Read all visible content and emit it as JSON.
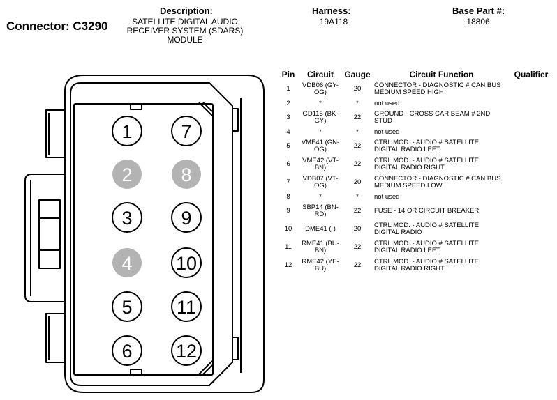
{
  "header": {
    "connector": "Connector: C3290",
    "description_label": "Description:",
    "description_lines": [
      "SATELLITE DIGITAL AUDIO",
      "RECEIVER SYSTEM (SDARS)",
      "MODULE"
    ],
    "harness_label": "Harness:",
    "harness_value": "19A118",
    "base_part_label": "Base Part #:",
    "base_part_value": "18806"
  },
  "connector_face": {
    "pins": [
      {
        "label": "1",
        "shaded": false
      },
      {
        "label": "2",
        "shaded": true
      },
      {
        "label": "3",
        "shaded": false
      },
      {
        "label": "4",
        "shaded": true
      },
      {
        "label": "5",
        "shaded": false
      },
      {
        "label": "6",
        "shaded": false
      },
      {
        "label": "7",
        "shaded": false
      },
      {
        "label": "8",
        "shaded": true
      },
      {
        "label": "9",
        "shaded": false
      },
      {
        "label": "10",
        "shaded": false
      },
      {
        "label": "11",
        "shaded": false
      },
      {
        "label": "12",
        "shaded": false
      }
    ],
    "colors": {
      "outline": "#000000",
      "shaded_pin": "#b3b3b3",
      "background": "#ffffff"
    }
  },
  "pin_table": {
    "headers": [
      "Pin",
      "Circuit",
      "Gauge",
      "Circuit Function",
      "Qualifier"
    ],
    "rows": [
      {
        "pin": "1",
        "circuit": [
          "VDB06 (GY-",
          "OG)"
        ],
        "gauge": "20",
        "function": [
          "CONNECTOR - DIAGNOSTIC # CAN BUS",
          "MEDIUM SPEED HIGH"
        ],
        "qualifier": ""
      },
      {
        "pin": "2",
        "circuit": [
          "*"
        ],
        "gauge": "*",
        "function": [
          "not used"
        ],
        "qualifier": ""
      },
      {
        "pin": "3",
        "circuit": [
          "GD115 (BK-",
          "GY)"
        ],
        "gauge": "22",
        "function": [
          "GROUND - CROSS CAR BEAM # 2ND",
          "STUD"
        ],
        "qualifier": ""
      },
      {
        "pin": "4",
        "circuit": [
          "*"
        ],
        "gauge": "*",
        "function": [
          "not used"
        ],
        "qualifier": ""
      },
      {
        "pin": "5",
        "circuit": [
          "VME41 (GN-",
          "OG)"
        ],
        "gauge": "22",
        "function": [
          "CTRL MOD. - AUDIO # SATELLITE",
          "DIGITAL RADIO LEFT"
        ],
        "qualifier": ""
      },
      {
        "pin": "6",
        "circuit": [
          "VME42 (VT-",
          "BN)"
        ],
        "gauge": "22",
        "function": [
          "CTRL MOD. - AUDIO # SATELLITE",
          "DIGITAL RADIO RIGHT"
        ],
        "qualifier": ""
      },
      {
        "pin": "7",
        "circuit": [
          "VDB07 (VT-",
          "OG)"
        ],
        "gauge": "20",
        "function": [
          "CONNECTOR - DIAGNOSTIC # CAN BUS",
          "MEDIUM SPEED LOW"
        ],
        "qualifier": ""
      },
      {
        "pin": "8",
        "circuit": [
          "*"
        ],
        "gauge": "*",
        "function": [
          "not used"
        ],
        "qualifier": ""
      },
      {
        "pin": "9",
        "circuit": [
          "SBP14 (BN-",
          "RD)"
        ],
        "gauge": "22",
        "function": [
          "FUSE - 14 OR CIRCUIT BREAKER"
        ],
        "qualifier": ""
      },
      {
        "pin": "10",
        "circuit": [
          "DME41 (-)"
        ],
        "gauge": "20",
        "function": [
          "CTRL MOD. - AUDIO # SATELLITE",
          "DIGITAL RADIO"
        ],
        "qualifier": ""
      },
      {
        "pin": "11",
        "circuit": [
          "RME41 (BU-",
          "BN)"
        ],
        "gauge": "22",
        "function": [
          "CTRL MOD. - AUDIO # SATELLITE",
          "DIGITAL RADIO LEFT"
        ],
        "qualifier": ""
      },
      {
        "pin": "12",
        "circuit": [
          "RME42 (YE-",
          "BU)"
        ],
        "gauge": "22",
        "function": [
          "CTRL MOD. - AUDIO # SATELLITE",
          "DIGITAL RADIO RIGHT"
        ],
        "qualifier": ""
      }
    ]
  }
}
